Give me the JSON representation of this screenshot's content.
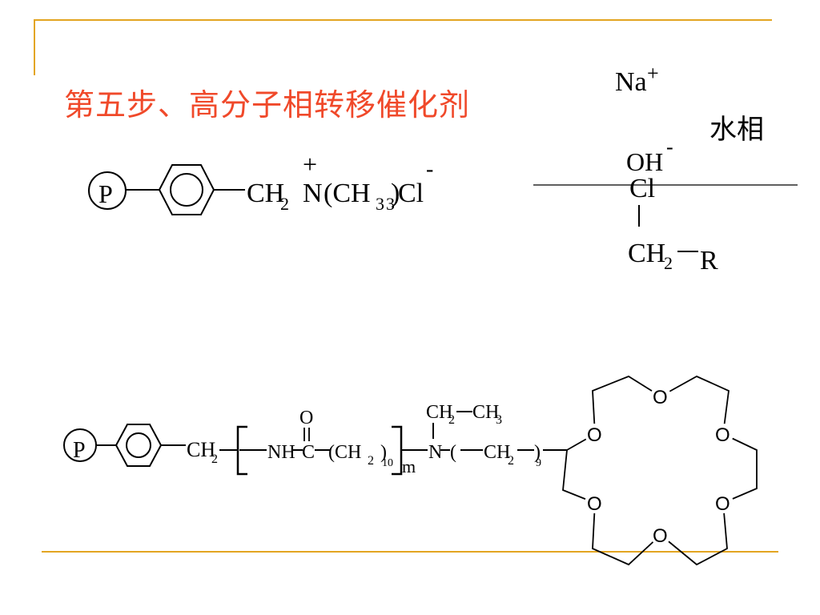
{
  "slide": {
    "title": "第五步、高分子相转移催化剂",
    "colors": {
      "title": "#F0492A",
      "accent_line": "#E3A521",
      "structure": "#000000"
    }
  },
  "phase_diagram": {
    "cation": "Na",
    "cation_charge": "+",
    "phase_label": "水相",
    "anion1": "OH",
    "anion1_charge": "-",
    "leaving_group": "Cl",
    "ch2": "CH",
    "ch2_sub": "2",
    "r_group": "R"
  },
  "resin_catalyst": {
    "polymer": "P",
    "ch2": "CH",
    "ch2_sub": "2",
    "charge": "+",
    "n": "N",
    "ch3_group": "(CH",
    "ch3_sub": "3",
    "count_sub": "3",
    "close": ")",
    "counter_ion": "Cl",
    "counter_charge": "-"
  },
  "crown_catalyst": {
    "polymer": "P",
    "ch2": "CH",
    "ch2_sub": "2",
    "nh": "NH",
    "carbonyl_c": "C",
    "carbonyl_o": "O",
    "chain": "(CH",
    "chain_sub": "2",
    "chain_close": ")",
    "chain_count": "10",
    "repeat": "m",
    "n": "N",
    "ethyl_ch2": "CH",
    "ethyl_ch2_sub": "2",
    "ethyl_ch3": "CH",
    "ethyl_ch3_sub": "3",
    "paren_open": "(",
    "alkyl": "CH",
    "alkyl_sub": "2",
    "alkyl_close": ")",
    "alkyl_count": "9",
    "crown_oxygen": "O"
  }
}
